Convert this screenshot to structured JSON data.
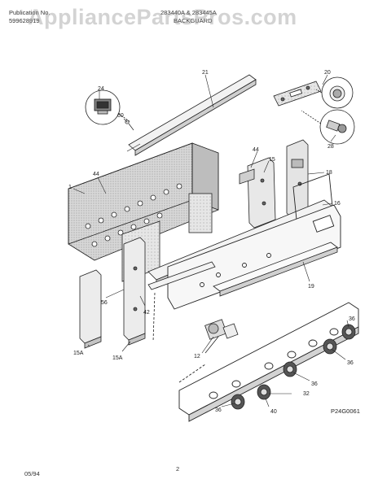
{
  "header": {
    "publication_label": "Publication No.",
    "publication_number": "599628919",
    "models": "283440A & 283445A",
    "section_title": "BACKGUARD"
  },
  "watermark": "AppliancePartsPros.com",
  "diagram": {
    "figure_code": "P24G0061",
    "callouts": [
      "21",
      "20",
      "24",
      "60",
      "28",
      "1",
      "44",
      "44",
      "15",
      "18",
      "16",
      "19",
      "56",
      "42",
      "15A",
      "15A",
      "36",
      "12",
      "36",
      "36",
      "32",
      "40",
      "36"
    ]
  },
  "footer": {
    "date": "05/94",
    "page": "2"
  }
}
